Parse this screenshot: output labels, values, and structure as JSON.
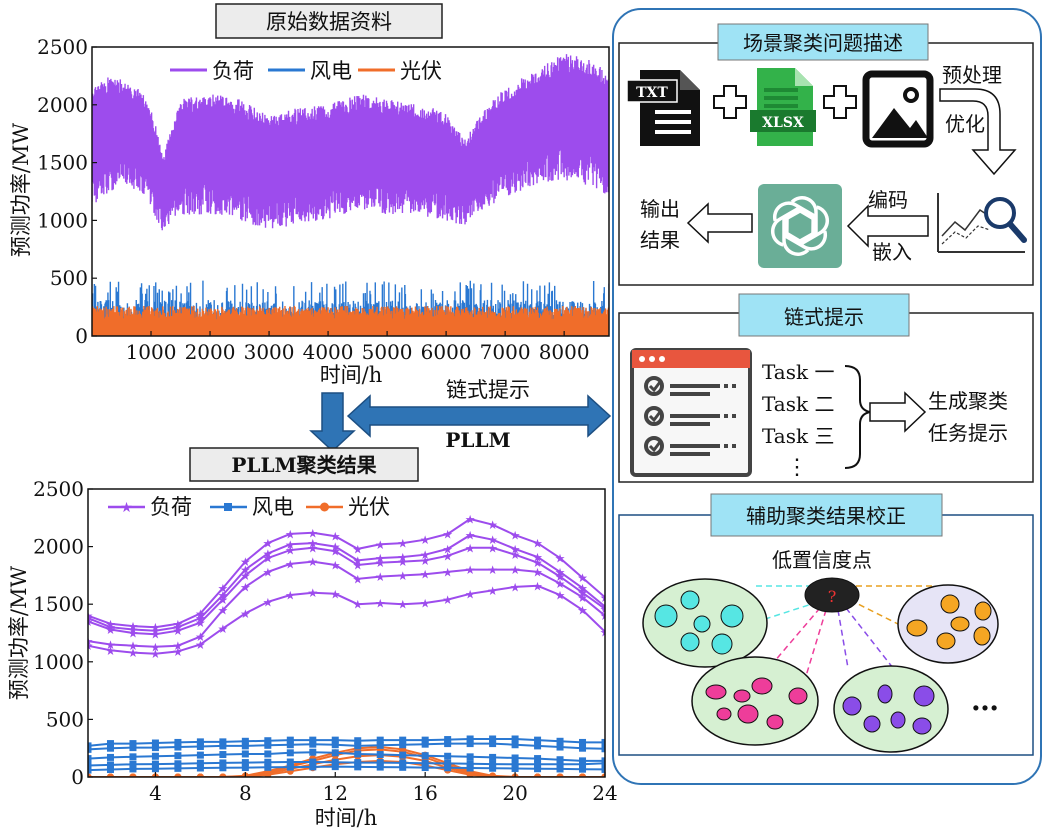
{
  "colors": {
    "load": "#9d4ced",
    "wind": "#2a78d2",
    "pv": "#f06d2a",
    "arrow": "#2f74b5",
    "arrow_edge": "#1d4f82",
    "title_gray": "#ececec",
    "title_cyan": "#9fe3f5",
    "panel_edge": "#2f74b5"
  },
  "chart_data": [
    {
      "type": "line",
      "title": "原始数据资料",
      "xlabel": "时间/h",
      "ylabel": "预测功率/MW",
      "xlim": [
        0,
        8760
      ],
      "ylim": [
        0,
        2500
      ],
      "xticks": [
        1000,
        2000,
        3000,
        4000,
        5000,
        6000,
        7000,
        8000
      ],
      "yticks": [
        0,
        500,
        1000,
        1500,
        2000,
        2500
      ],
      "legend": "top",
      "series": [
        {
          "name": "负荷",
          "color": "#9d4ced",
          "rendering": "dense hourly band",
          "envelope_x": [
            0,
            300,
            600,
            900,
            1100,
            1200,
            1500,
            2000,
            2500,
            3000,
            3500,
            4000,
            4500,
            5000,
            5500,
            6000,
            6300,
            6500,
            6700,
            7000,
            7500,
            8000,
            8400,
            8760
          ],
          "envelope_low": [
            1100,
            1250,
            1300,
            1200,
            1000,
            900,
            1050,
            1050,
            1000,
            900,
            980,
            1000,
            1100,
            1050,
            1050,
            1000,
            950,
            1050,
            1100,
            1200,
            1300,
            1350,
            1300,
            1200
          ],
          "envelope_high": [
            2150,
            2250,
            2200,
            2100,
            1800,
            1550,
            2050,
            2100,
            2050,
            1900,
            1980,
            2000,
            2100,
            2050,
            2000,
            1950,
            1700,
            1850,
            2000,
            2150,
            2300,
            2450,
            2400,
            2300
          ]
        },
        {
          "name": "风电",
          "color": "#2a78d2",
          "rendering": "dense hourly band",
          "range": [
            0,
            480
          ]
        },
        {
          "name": "光伏",
          "color": "#f06d2a",
          "rendering": "dense hourly band",
          "range": [
            0,
            260
          ]
        }
      ]
    },
    {
      "type": "line",
      "title": "PLLM聚类结果",
      "xlabel": "时间/h",
      "ylabel": "预测功率/MW",
      "xlim": [
        1,
        24
      ],
      "ylim": [
        0,
        2500
      ],
      "xticks": [
        4,
        8,
        12,
        16,
        20,
        24
      ],
      "yticks": [
        0,
        500,
        1000,
        1500,
        2000,
        2500
      ],
      "legend": "top",
      "x": [
        1,
        2,
        3,
        4,
        5,
        6,
        7,
        8,
        9,
        10,
        11,
        12,
        13,
        14,
        15,
        16,
        17,
        18,
        19,
        20,
        21,
        22,
        23,
        24
      ],
      "series": [
        {
          "name": "负荷",
          "color": "#9d4ced",
          "marker": "star",
          "values": [
            1400,
            1330,
            1310,
            1300,
            1330,
            1420,
            1640,
            1870,
            2030,
            2110,
            2120,
            2090,
            1980,
            2020,
            2030,
            2060,
            2110,
            2240,
            2190,
            2100,
            2030,
            1900,
            1730,
            1560
          ]
        },
        {
          "name": "",
          "color": "#9d4ced",
          "marker": "star",
          "values": [
            1380,
            1300,
            1280,
            1270,
            1300,
            1380,
            1580,
            1800,
            1940,
            2020,
            2030,
            2000,
            1880,
            1900,
            1910,
            1930,
            1980,
            2100,
            2060,
            1980,
            1910,
            1780,
            1640,
            1480
          ]
        },
        {
          "name": "",
          "color": "#9d4ced",
          "marker": "star",
          "values": [
            1350,
            1280,
            1250,
            1240,
            1270,
            1340,
            1540,
            1750,
            1900,
            1970,
            1990,
            1960,
            1840,
            1860,
            1870,
            1880,
            1920,
            1990,
            1990,
            1930,
            1860,
            1740,
            1600,
            1460
          ]
        },
        {
          "name": "",
          "color": "#9d4ced",
          "marker": "star",
          "values": [
            1180,
            1150,
            1140,
            1130,
            1140,
            1220,
            1450,
            1650,
            1780,
            1850,
            1870,
            1840,
            1720,
            1740,
            1750,
            1760,
            1780,
            1800,
            1800,
            1800,
            1780,
            1680,
            1560,
            1400
          ]
        },
        {
          "name": "",
          "color": "#9d4ced",
          "marker": "star",
          "values": [
            1140,
            1100,
            1080,
            1070,
            1090,
            1150,
            1290,
            1420,
            1520,
            1580,
            1600,
            1590,
            1500,
            1510,
            1500,
            1510,
            1540,
            1590,
            1620,
            1650,
            1660,
            1580,
            1450,
            1260
          ]
        },
        {
          "name": "风电",
          "color": "#2a78d2",
          "marker": "square",
          "values": [
            270,
            290,
            290,
            295,
            300,
            305,
            305,
            310,
            315,
            320,
            320,
            320,
            315,
            320,
            320,
            320,
            325,
            330,
            330,
            330,
            320,
            310,
            300,
            300
          ]
        },
        {
          "name": "",
          "color": "#2a78d2",
          "marker": "square",
          "values": [
            240,
            250,
            255,
            255,
            260,
            265,
            270,
            270,
            275,
            280,
            285,
            280,
            270,
            275,
            280,
            285,
            290,
            290,
            290,
            280,
            270,
            260,
            250,
            245
          ]
        },
        {
          "name": "",
          "color": "#2a78d2",
          "marker": "square",
          "values": [
            160,
            170,
            175,
            180,
            185,
            190,
            195,
            200,
            200,
            210,
            215,
            210,
            200,
            195,
            190,
            185,
            180,
            175,
            170,
            165,
            160,
            150,
            140,
            140
          ]
        },
        {
          "name": "",
          "color": "#2a78d2",
          "marker": "square",
          "values": [
            100,
            105,
            110,
            112,
            115,
            120,
            122,
            125,
            128,
            130,
            130,
            128,
            125,
            125,
            122,
            120,
            118,
            115,
            112,
            110,
            110,
            110,
            110,
            120
          ]
        },
        {
          "name": "",
          "color": "#2a78d2",
          "marker": "square",
          "values": [
            60,
            65,
            70,
            72,
            75,
            78,
            80,
            82,
            84,
            86,
            88,
            90,
            88,
            86,
            84,
            82,
            80,
            78,
            76,
            74,
            72,
            70,
            68,
            66
          ]
        },
        {
          "name": "光伏",
          "color": "#f06d2a",
          "marker": "circle",
          "values": [
            0,
            0,
            0,
            0,
            0,
            0,
            0,
            10,
            50,
            100,
            160,
            210,
            250,
            260,
            240,
            190,
            120,
            50,
            10,
            0,
            0,
            0,
            0,
            0
          ]
        },
        {
          "name": "",
          "color": "#f06d2a",
          "marker": "circle",
          "values": [
            0,
            0,
            0,
            0,
            0,
            0,
            0,
            5,
            40,
            90,
            140,
            190,
            230,
            240,
            220,
            170,
            100,
            40,
            5,
            0,
            0,
            0,
            0,
            0
          ]
        },
        {
          "name": "",
          "color": "#f06d2a",
          "marker": "circle",
          "values": [
            0,
            0,
            0,
            0,
            0,
            0,
            0,
            5,
            30,
            70,
            110,
            150,
            180,
            190,
            175,
            140,
            80,
            30,
            0,
            0,
            0,
            0,
            0,
            0
          ]
        },
        {
          "name": "",
          "color": "#f06d2a",
          "marker": "circle",
          "values": [
            0,
            0,
            0,
            0,
            0,
            0,
            0,
            0,
            20,
            50,
            80,
            110,
            130,
            140,
            130,
            100,
            60,
            20,
            0,
            0,
            0,
            0,
            0,
            0
          ]
        }
      ]
    }
  ],
  "middle": {
    "chain_label": "链式提示",
    "pllm_label": "PLLM"
  },
  "right": {
    "panel1": {
      "title": "场景聚类问题描述",
      "file_txt": "TXT",
      "file_xlsx": "XLSX",
      "plus_icon": "plus-icon",
      "pre1": "预处理",
      "pre2": "优化",
      "encode": "编码",
      "embed": "嵌入",
      "out1": "输出",
      "out2": "结果"
    },
    "panel2": {
      "title": "链式提示",
      "tasks": [
        "Task 一",
        "Task 二",
        "Task 三"
      ],
      "dots": "⋮",
      "gen1": "生成聚类",
      "gen2": "任务提示"
    },
    "panel3": {
      "title": "辅助聚类结果校正",
      "low_conf": "低置信度点",
      "qmark": "?",
      "ellipsis": "…",
      "cluster_colors": [
        "#56e6e3",
        "#f5a623",
        "#ee3d9a",
        "#8a4de8"
      ]
    }
  }
}
